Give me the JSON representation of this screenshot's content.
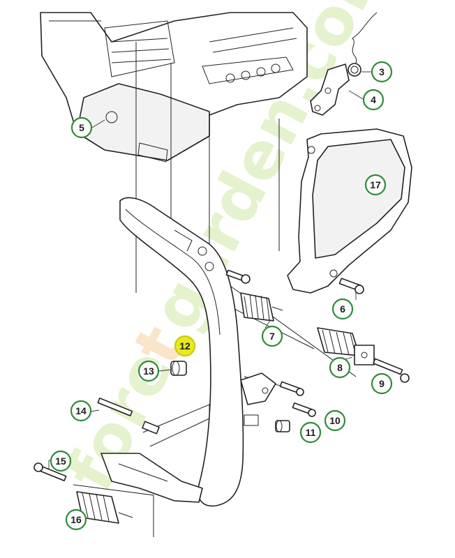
{
  "watermark": {
    "text_a": "fore",
    "text_b": "t",
    "text_c": "garden.com"
  },
  "colors": {
    "callout_ring": "#2e8b3a",
    "highlight_fill": "#e9ea1c",
    "watermark_green": "#cfe8a6",
    "watermark_orange": "#f6cfa0"
  },
  "callouts": {
    "c3": "3",
    "c4": "4",
    "c5": "5",
    "c6": "6",
    "c7": "7",
    "c8": "8",
    "c9": "9",
    "c10": "10",
    "c11": "11",
    "c12": "12",
    "c13": "13",
    "c14": "14",
    "c15": "15",
    "c16": "16",
    "c17": "17"
  },
  "highlighted_part": "12"
}
